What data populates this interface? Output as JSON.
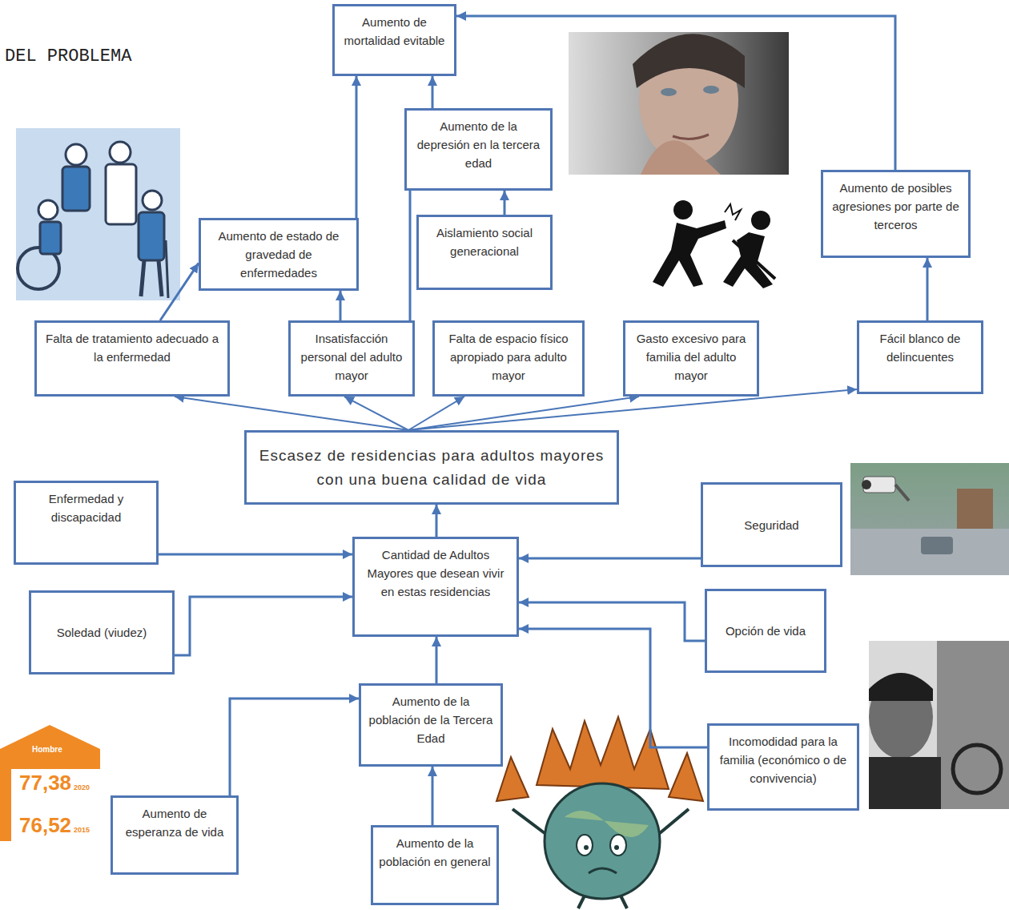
{
  "diagram": {
    "nodes": [
      {
        "text": [
          "Aumento de mortalidad evitable"
        ]
      },
      {
        "text": [
          "Aumento de la depresión en la tercera edad"
        ]
      },
      {
        "text": [
          "Aumento de estado de gravedad de enfermedades"
        ]
      },
      {
        "text": [
          "Aislamiento social generacional"
        ]
      },
      {
        "text": [
          "Aumento de posibles agresiones por parte de terceros"
        ]
      },
      {
        "text": [
          "Falta de tratamiento adecuado a la enfermedad"
        ]
      },
      {
        "text": [
          "Insatisfacción personal del adulto mayor"
        ]
      },
      {
        "text": [
          "Falta de espacio físico apropiado para adulto mayor"
        ]
      },
      {
        "text": [
          "Gasto excesivo para familia del adulto mayor"
        ]
      },
      {
        "text": [
          "Fácil blanco de delincuentes"
        ]
      },
      {
        "text": [
          "Escasez de residencias para adultos mayores con una buena calidad de vida"
        ]
      },
      {
        "text": [
          "Enfermedad y discapacidad"
        ]
      },
      {
        "text": [
          "Seguridad"
        ]
      },
      {
        "text": [
          "Cantidad de Adultos Mayores que desean vivir en estas residencias"
        ]
      },
      {
        "text": [
          "Soledad (viudez)"
        ]
      },
      {
        "text": [
          "Opción de vida"
        ]
      },
      {
        "text": [
          "Aumento de la población de la Tercera Edad"
        ]
      },
      {
        "text": [
          "Incomodidad para la familia (económico o de convivencia)"
        ]
      },
      {
        "text": [
          "Aumento de esperanza de vida"
        ]
      },
      {
        "text": [
          "Aumento de la población en general"
        ]
      }
    ],
    "edges": [
      {
        "from": 5,
        "to": 2,
        "arrow": "to"
      },
      {
        "from": 6,
        "to": 2,
        "arrow": "to"
      },
      {
        "from": 6,
        "to": 1,
        "arrow": "none"
      },
      {
        "from": 3,
        "to": 1,
        "arrow": "to"
      },
      {
        "from": 1,
        "to": 0,
        "arrow": "to"
      },
      {
        "from": 2,
        "to": 0,
        "arrow": "to"
      },
      {
        "from": 4,
        "to": 0,
        "arrow": "to"
      },
      {
        "from": 9,
        "to": 4,
        "arrow": "to"
      },
      {
        "from": 10,
        "to": 5,
        "arrow": "to"
      },
      {
        "from": 10,
        "to": 6,
        "arrow": "to"
      },
      {
        "from": 10,
        "to": 7,
        "arrow": "to"
      },
      {
        "from": 10,
        "to": 8,
        "arrow": "to"
      },
      {
        "from": 10,
        "to": 9,
        "arrow": "to"
      },
      {
        "from": 13,
        "to": 10,
        "arrow": "to"
      },
      {
        "from": 11,
        "to": 13,
        "arrow": "to"
      },
      {
        "from": 12,
        "to": 13,
        "arrow": "to"
      },
      {
        "from": 14,
        "to": 13,
        "arrow": "to"
      },
      {
        "from": 15,
        "to": 13,
        "arrow": "to"
      },
      {
        "from": 16,
        "to": 13,
        "arrow": "to"
      },
      {
        "from": 17,
        "to": 13,
        "arrow": "to"
      },
      {
        "from": 18,
        "to": 16,
        "arrow": "to"
      },
      {
        "from": 19,
        "to": 16,
        "arrow": "to"
      }
    ],
    "labels": [
      "DEL PROBLEMA",
      "Hombre",
      "77,38",
      "2020",
      "76,52",
      "2015"
    ]
  }
}
